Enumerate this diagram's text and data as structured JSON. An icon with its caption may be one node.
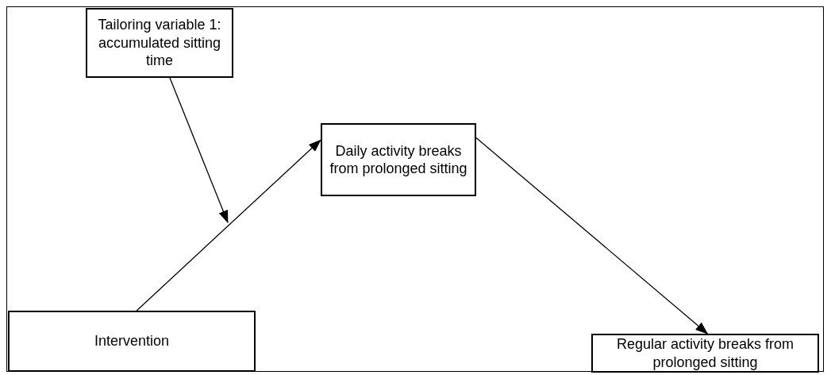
{
  "diagram": {
    "nodes": [
      {
        "text": [
          "Tailoring variable 1: accumulated sitting time"
        ]
      },
      {
        "text": [
          "Daily activity breaks from prolonged sitting"
        ]
      },
      {
        "text": [
          "Intervention"
        ]
      },
      {
        "text": [
          "Regular activity breaks from prolonged sitting"
        ]
      }
    ],
    "edges": [
      {
        "from": 2,
        "to": 1,
        "arrow": "to"
      },
      {
        "from": 0,
        "to": null,
        "arrow": "to"
      },
      {
        "from": 1,
        "to": 3,
        "arrow": "to"
      }
    ]
  }
}
